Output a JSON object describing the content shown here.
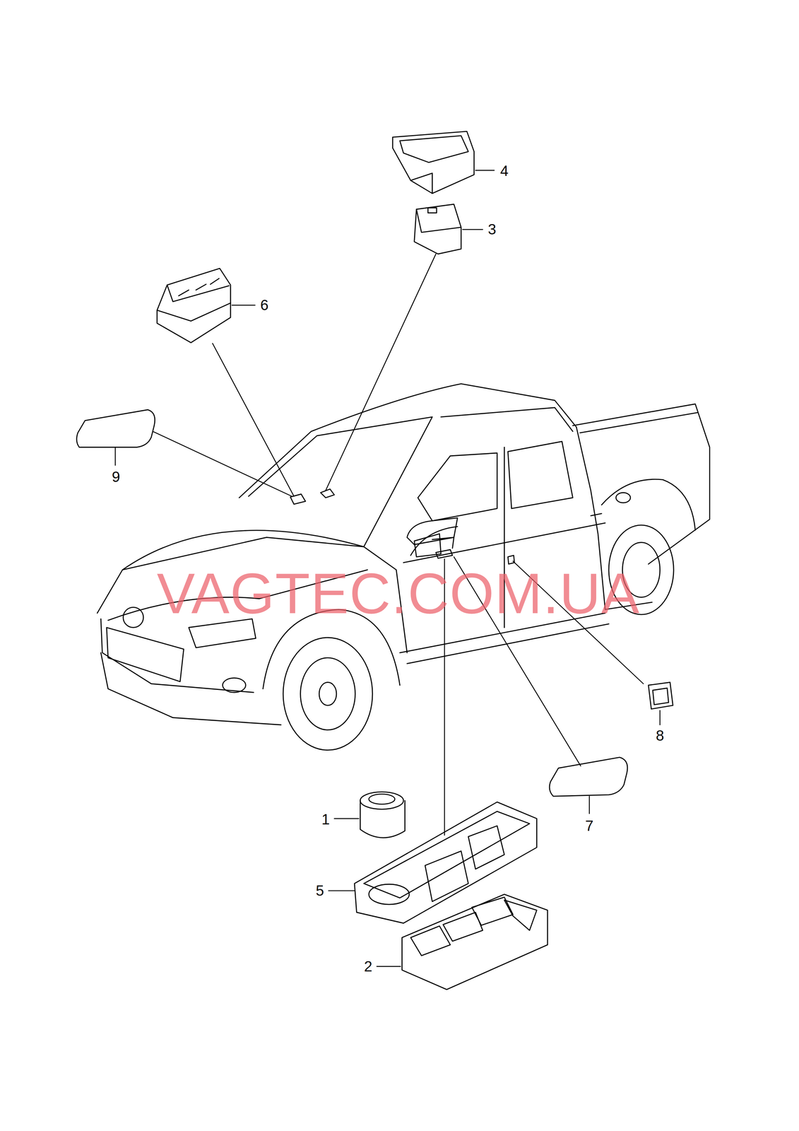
{
  "diagram": {
    "labels": [
      "1",
      "2",
      "3",
      "4",
      "5",
      "6",
      "7",
      "8",
      "9",
      "VAGTEC.COM.UA"
    ]
  }
}
